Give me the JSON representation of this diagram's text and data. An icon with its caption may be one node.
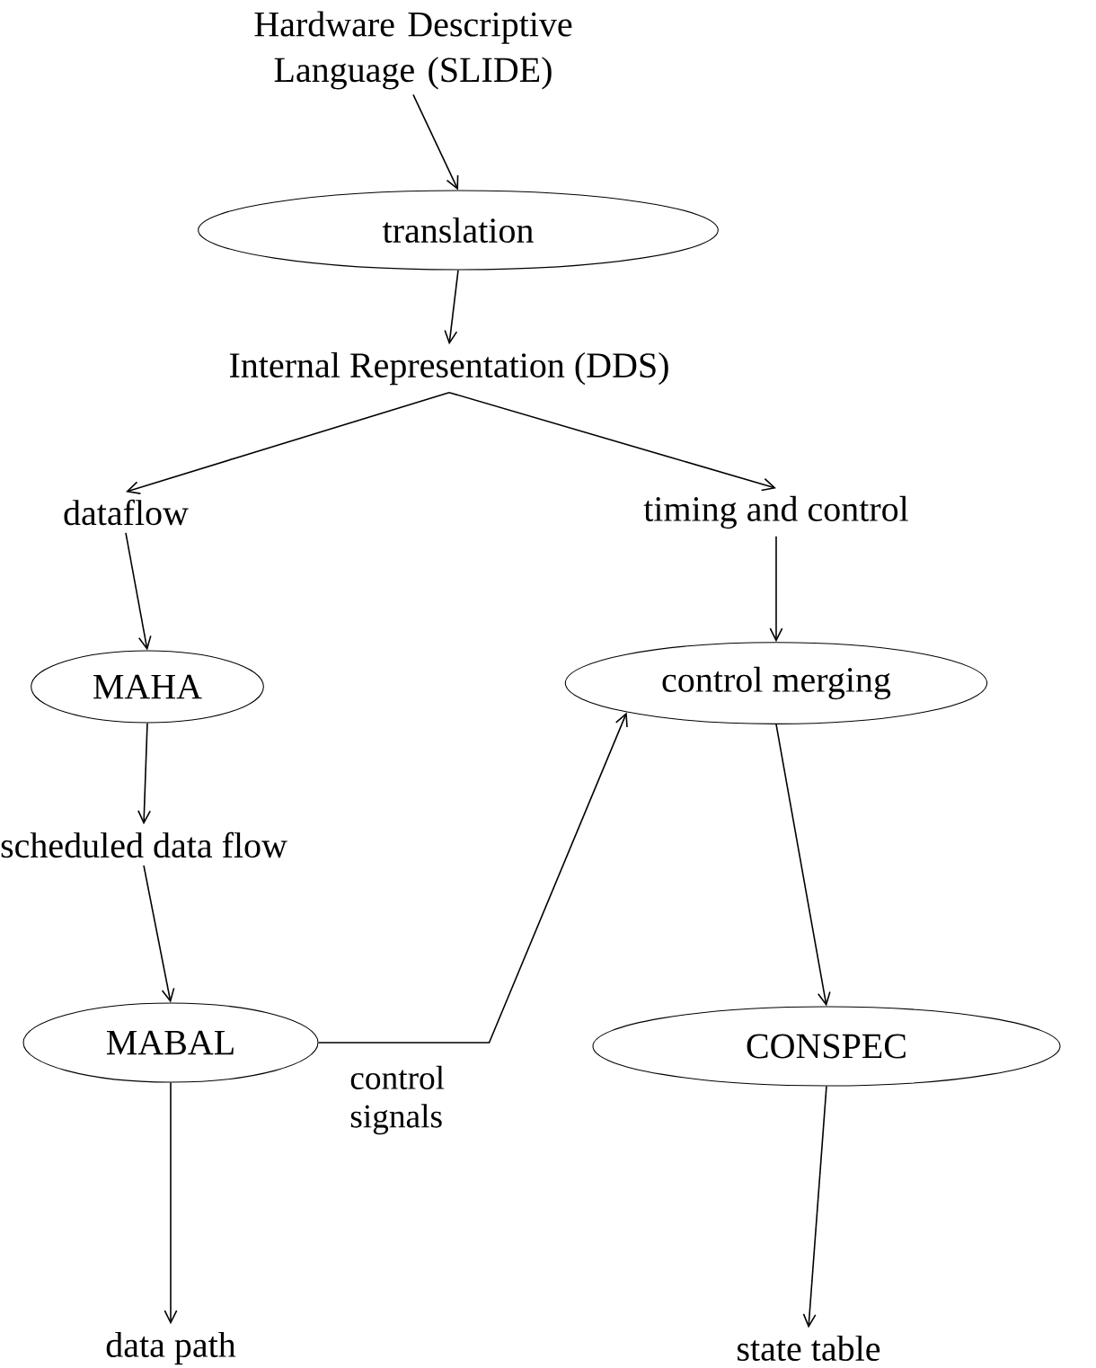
{
  "diagram": {
    "nodes": [
      {
        "text": [
          "Hardware Descriptive Language (SLIDE)"
        ]
      },
      {
        "text": [
          "translation"
        ]
      },
      {
        "text": [
          "Internal Representation (DDS)"
        ]
      },
      {
        "text": [
          "dataflow"
        ]
      },
      {
        "text": [
          "timing and control"
        ]
      },
      {
        "text": [
          "MAHA"
        ]
      },
      {
        "text": [
          "control merging"
        ]
      },
      {
        "text": [
          "scheduled data flow"
        ]
      },
      {
        "text": [
          "MABAL"
        ]
      },
      {
        "text": [
          "CONSPEC"
        ]
      },
      {
        "text": [
          "data path"
        ]
      },
      {
        "text": [
          "state table"
        ]
      }
    ],
    "edges": [
      {
        "from": 0,
        "to": 1,
        "arrow": "to"
      },
      {
        "from": 1,
        "to": 2,
        "arrow": "to"
      },
      {
        "from": 2,
        "to": 3,
        "arrow": "to"
      },
      {
        "from": 2,
        "to": 4,
        "arrow": "to"
      },
      {
        "from": 3,
        "to": 5,
        "arrow": "to"
      },
      {
        "from": 4,
        "to": 6,
        "arrow": "to"
      },
      {
        "from": 5,
        "to": 7,
        "arrow": "to"
      },
      {
        "from": 7,
        "to": 8,
        "arrow": "to"
      },
      {
        "from": 8,
        "to": 6,
        "arrow": "to",
        "label": "control signals"
      },
      {
        "from": 6,
        "to": 9,
        "arrow": "to"
      },
      {
        "from": 8,
        "to": 10,
        "arrow": "to"
      },
      {
        "from": 9,
        "to": 11,
        "arrow": "to"
      }
    ]
  }
}
